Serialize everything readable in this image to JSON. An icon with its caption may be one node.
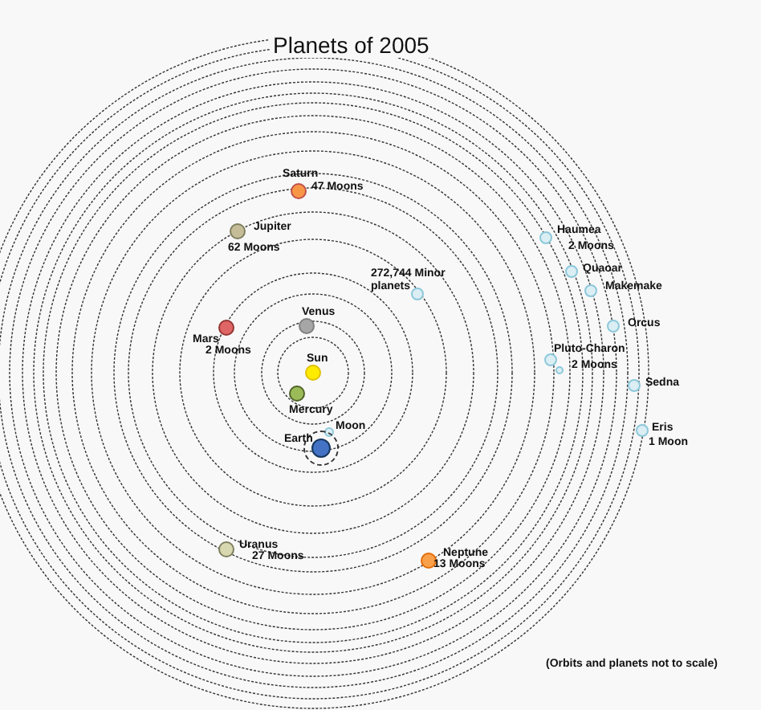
{
  "diagram": {
    "title": "Planets of 2005",
    "caption": "(Orbits and planets not to scale)",
    "nodes": [
      {
        "text": [],
        "shape": "circle",
        "beside": [
          "Saturn",
          "47 Moons"
        ]
      },
      {
        "text": [],
        "shape": "circle",
        "beside": [
          "Jupiter",
          "62 Moons"
        ]
      },
      {
        "text": [],
        "shape": "circle",
        "beside": [
          "Haumea",
          "2 Moons"
        ]
      },
      {
        "text": [],
        "shape": "circle",
        "beside": [
          "Quaoar"
        ]
      },
      {
        "text": [],
        "shape": "circle",
        "beside": [
          "272,744 Minor planets"
        ]
      },
      {
        "text": [],
        "shape": "circle",
        "beside": [
          "Makemake"
        ]
      },
      {
        "text": [],
        "shape": "circle",
        "beside": [
          "Venus"
        ]
      },
      {
        "text": [],
        "shape": "circle",
        "beside": [
          "Mars",
          "2 Moons"
        ]
      },
      {
        "text": [],
        "shape": "circle",
        "beside": [
          "Orcus"
        ]
      },
      {
        "text": [],
        "shape": "circle",
        "beside": [
          "Sun"
        ]
      },
      {
        "text": [],
        "shape": "circle",
        "beside": [
          "Mercury"
        ]
      },
      {
        "text": [],
        "shape": "circle",
        "beside": [
          "Pluto-Charon",
          "2 Moons"
        ]
      },
      {
        "text": [],
        "shape": "circle",
        "beside": [
          "Moon"
        ]
      },
      {
        "text": [],
        "shape": "circle",
        "beside": [
          "Earth"
        ]
      },
      {
        "text": [],
        "shape": "circle",
        "beside": [
          "Sedna"
        ]
      },
      {
        "text": [],
        "shape": "circle",
        "beside": [
          "Eris",
          "1 Moon"
        ]
      },
      {
        "text": [],
        "shape": "circle",
        "beside": [
          "Uranus",
          "27 Moons"
        ]
      },
      {
        "text": [],
        "shape": "circle",
        "beside": [
          "Neptune",
          "13 Moons"
        ]
      }
    ]
  }
}
